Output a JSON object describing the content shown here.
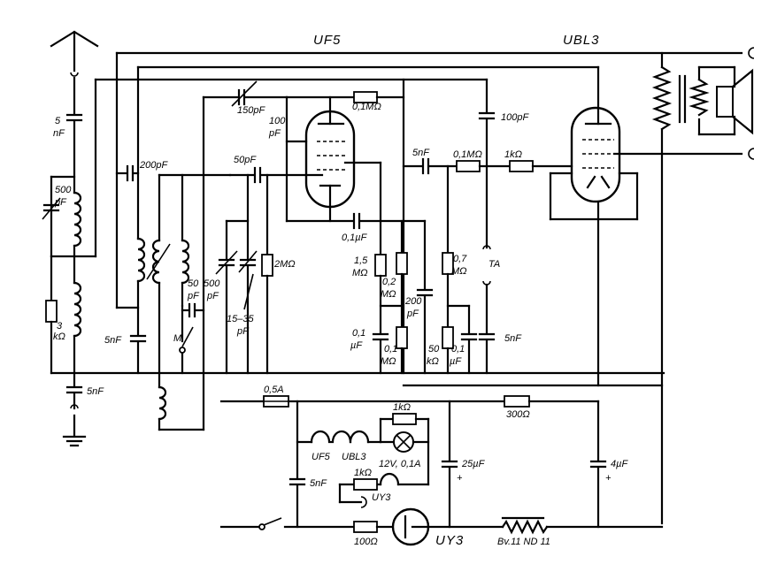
{
  "tubes": {
    "uf5": "UF5",
    "ubl3": "UBL3",
    "uy3": "UY3"
  },
  "components": {
    "c_ant": [
      "5",
      "nF"
    ],
    "vc_ant": [
      "500",
      "pF"
    ],
    "r_3k": [
      "3",
      "kΩ"
    ],
    "c_5nf_bot": "5nF",
    "c_5nf_coil": "5nF",
    "c_200pf": "200pF",
    "c_50pf_mid": [
      "50",
      "pF"
    ],
    "vc_500": [
      "500",
      "pF"
    ],
    "trim": [
      "15–35",
      "pF"
    ],
    "sw_m": "M",
    "c_150pf": "150pF",
    "c_100pf_l": [
      "100",
      "pF"
    ],
    "c_50pf_grid": "50pF",
    "r_2m": "2MΩ",
    "r_01m_top": "0,1MΩ",
    "c_100pf_r": "100pF",
    "c_01uf": "0,1µF",
    "r_15m": [
      "1,5",
      "MΩ"
    ],
    "c_01uf_b": [
      "0,1",
      "µF"
    ],
    "r_02m": [
      "0,2",
      "MΩ"
    ],
    "c_200pf_b": [
      "200",
      "pF"
    ],
    "r_01m_b": [
      "0,1",
      "MΩ"
    ],
    "c_5nf_top": "5nF",
    "r_01m_mid": "0,1MΩ",
    "r_07m": [
      "0,7",
      "MΩ"
    ],
    "r_50k": [
      "50",
      "kΩ"
    ],
    "c_01_r": [
      "0,1",
      "µF"
    ],
    "ta": "TA",
    "c_5nf_r": "5nF",
    "r_1k_top": "1kΩ",
    "fuse": "0,5A",
    "r_300": "300Ω",
    "r_1k_lamp": "1kΩ",
    "heater_uf5": "UF5",
    "heater_ubl3": "UBL3",
    "lamp": "12V, 0,1A",
    "c_5nf_mains": "5nF",
    "r_1k_uy3": "1kΩ",
    "heater_uy3": "UY3",
    "c_25uf": "25µF",
    "c_4uf": "4µF",
    "plus": "+",
    "r_100": "100Ω",
    "choke": "Bv.11 ND 11"
  }
}
